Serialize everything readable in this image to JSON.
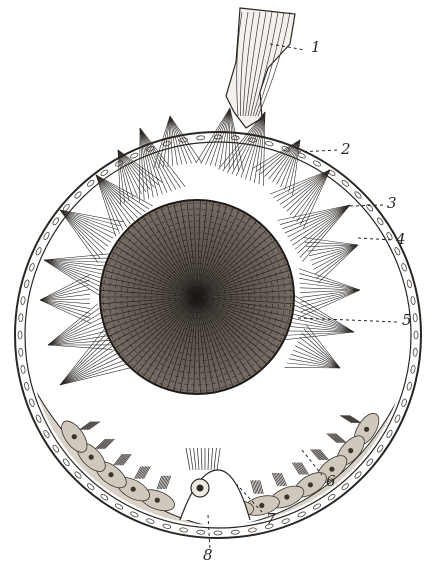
{
  "labels": [
    {
      "id": "1",
      "text": "1"
    },
    {
      "id": "2",
      "text": "2"
    },
    {
      "id": "3",
      "text": "3"
    },
    {
      "id": "4",
      "text": "4"
    },
    {
      "id": "5",
      "text": "5"
    },
    {
      "id": "6",
      "text": "6"
    },
    {
      "id": "7",
      "text": "7"
    },
    {
      "id": "8",
      "text": "8"
    }
  ],
  "colors": {
    "ink": "#2a2622",
    "paper": "#ffffff",
    "body": "#6e665e",
    "cells": "#d8d2c8"
  }
}
